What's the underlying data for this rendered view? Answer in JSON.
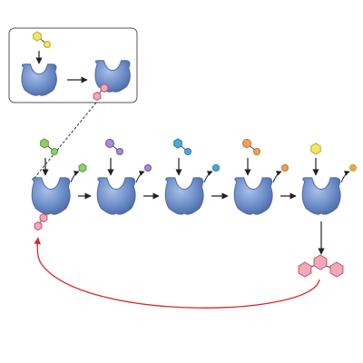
{
  "diagram": {
    "colors": {
      "enzyme_fill": "#6f8fc9",
      "enzyme_dark": "#4d6aa6",
      "enzyme_light": "#a9c0e8",
      "arrow": "#222222",
      "feedback_arrow": "#d42a2a",
      "inset_border": "#555555",
      "product_fill": "#f2a8b8",
      "product_stroke": "#c2566e"
    },
    "inset": {
      "substrate": {
        "shape": "hexagon+circle",
        "color": "#f1e66a",
        "stroke": "#b9a92a"
      },
      "bound_inhibitor": {
        "shape": "hexagon-pair",
        "color": "#f2a8b8",
        "stroke": "#c2566e"
      }
    },
    "pathway_steps": [
      {
        "substrate_color": "#8fcf6a",
        "substrate_stroke": "#5a9a3a",
        "substrate_shape": "hexagon+circle",
        "released_shape": "hexagon",
        "released_color": "#8fcf6a"
      },
      {
        "substrate_color": "#a98ad6",
        "substrate_stroke": "#6e52a0",
        "substrate_shape": "circle+circle",
        "released_shape": "circle",
        "released_color": "#a98ad6"
      },
      {
        "substrate_color": "#4ea8d8",
        "substrate_stroke": "#2a78a8",
        "substrate_shape": "hexagon+circle",
        "released_shape": "circle",
        "released_color": "#4ea8d8"
      },
      {
        "substrate_color": "#f2a05a",
        "substrate_stroke": "#c0702a",
        "substrate_shape": "circle+circle",
        "released_shape": "circle",
        "released_color": "#f2a05a"
      },
      {
        "substrate_color": "#f1e66a",
        "substrate_stroke": "#b9a92a",
        "substrate_shape": "hexagon",
        "released_shape": "circle",
        "released_color": "#f2a05a"
      }
    ],
    "end_product": {
      "shape": "three-hexagons",
      "color": "#f2a8b8",
      "stroke": "#c2566e"
    },
    "feedback": {
      "type": "feedback-inhibition",
      "from": "end-product",
      "to": "first-enzyme"
    }
  }
}
